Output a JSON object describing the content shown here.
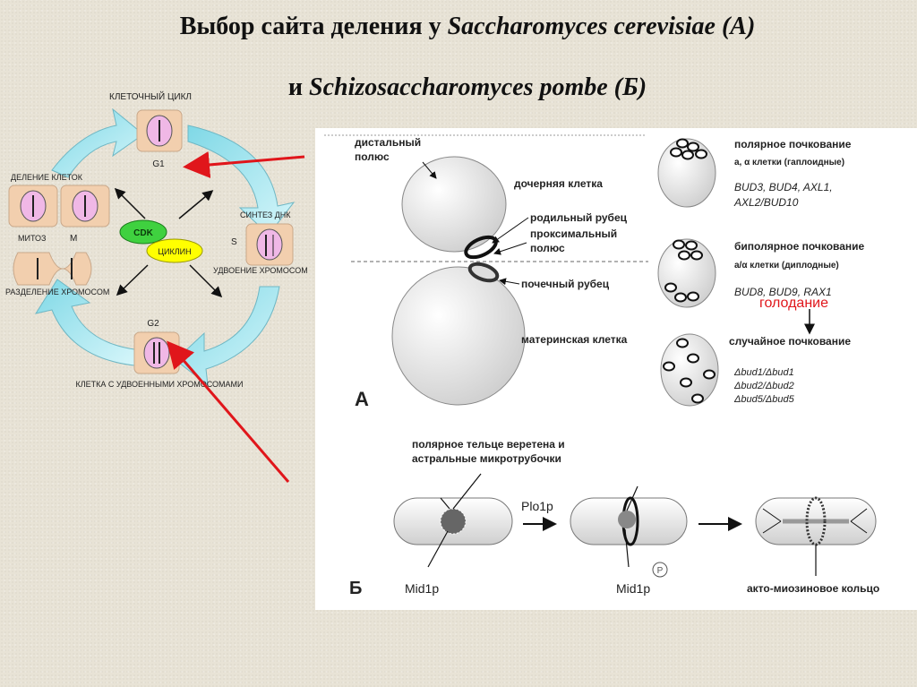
{
  "title": {
    "line1_prefix": "Выбор сайта деления у ",
    "line1_species": "Saccharomyces cerevisiae (A)",
    "line2_prefix": "и ",
    "line2_species": "Schizosaccharomyces pombe (Б)"
  },
  "cycle": {
    "title": "КЛЕТОЧНЫЙ ЦИКЛ",
    "g1": "G1",
    "cell_division": "ДЕЛЕНИЕ КЛЕТОК",
    "mitosis": "МИТОЗ",
    "m": "M",
    "dna_synthesis": "СИНТЕЗ ДНК",
    "s": "S",
    "chromosome_doubling": "УДВОЕНИЕ ХРОМОСОМ",
    "chromosome_separation": "РАЗДЕЛЕНИЕ ХРОМОСОМ",
    "g2": "G2",
    "doubled_cell": "КЛЕТКА С УДВОЕННЫМИ ХРОМОСОМАМИ",
    "cdk": "CDK",
    "cyclin": "ЦИКЛИН"
  },
  "panel_a": {
    "letter": "A",
    "distal_pole": [
      "дистальный",
      "полюс"
    ],
    "daughter_cell": "дочерняя клетка",
    "birth_scar": "родильный рубец",
    "proximal_pole": [
      "проксимальный",
      "полюс"
    ],
    "bud_scar": "почечный рубец",
    "mother_cell": "материнская клетка",
    "polar_budding": "полярное почкование",
    "polar_cells": "a, α клетки (гаплоидные)",
    "polar_genes": [
      "BUD3, BUD4, AXL1,",
      "AXL2/BUD10"
    ],
    "bipolar_budding": "биполярное почкование",
    "bipolar_cells": "a/α клетки (диплодные)",
    "bipolar_genes": "BUD8, BUD9, RAX1",
    "starvation": "голодание",
    "random_budding": "случайное почкование",
    "random_genes": [
      "Δbud1/Δbud1",
      "Δbud2/Δbud2",
      "Δbud5/Δbud5"
    ]
  },
  "panel_b": {
    "letter": "Б",
    "spindle_body": [
      "полярное тельце веретена и",
      "астральные микротрубочки"
    ],
    "plo1p": "Plo1p",
    "mid1p_1": "Mid1p",
    "mid1p_2": "Mid1p",
    "p": "P",
    "ring": "акто-миозиновое кольцо"
  },
  "colors": {
    "arrow_red": "#e0161b",
    "cycle_arrow": "#9fe5ef",
    "cell_fill": "#f2cfae",
    "nucleus": "#f0b8e6",
    "cdk": "#3fd13f",
    "cyclin": "#ffff00"
  }
}
